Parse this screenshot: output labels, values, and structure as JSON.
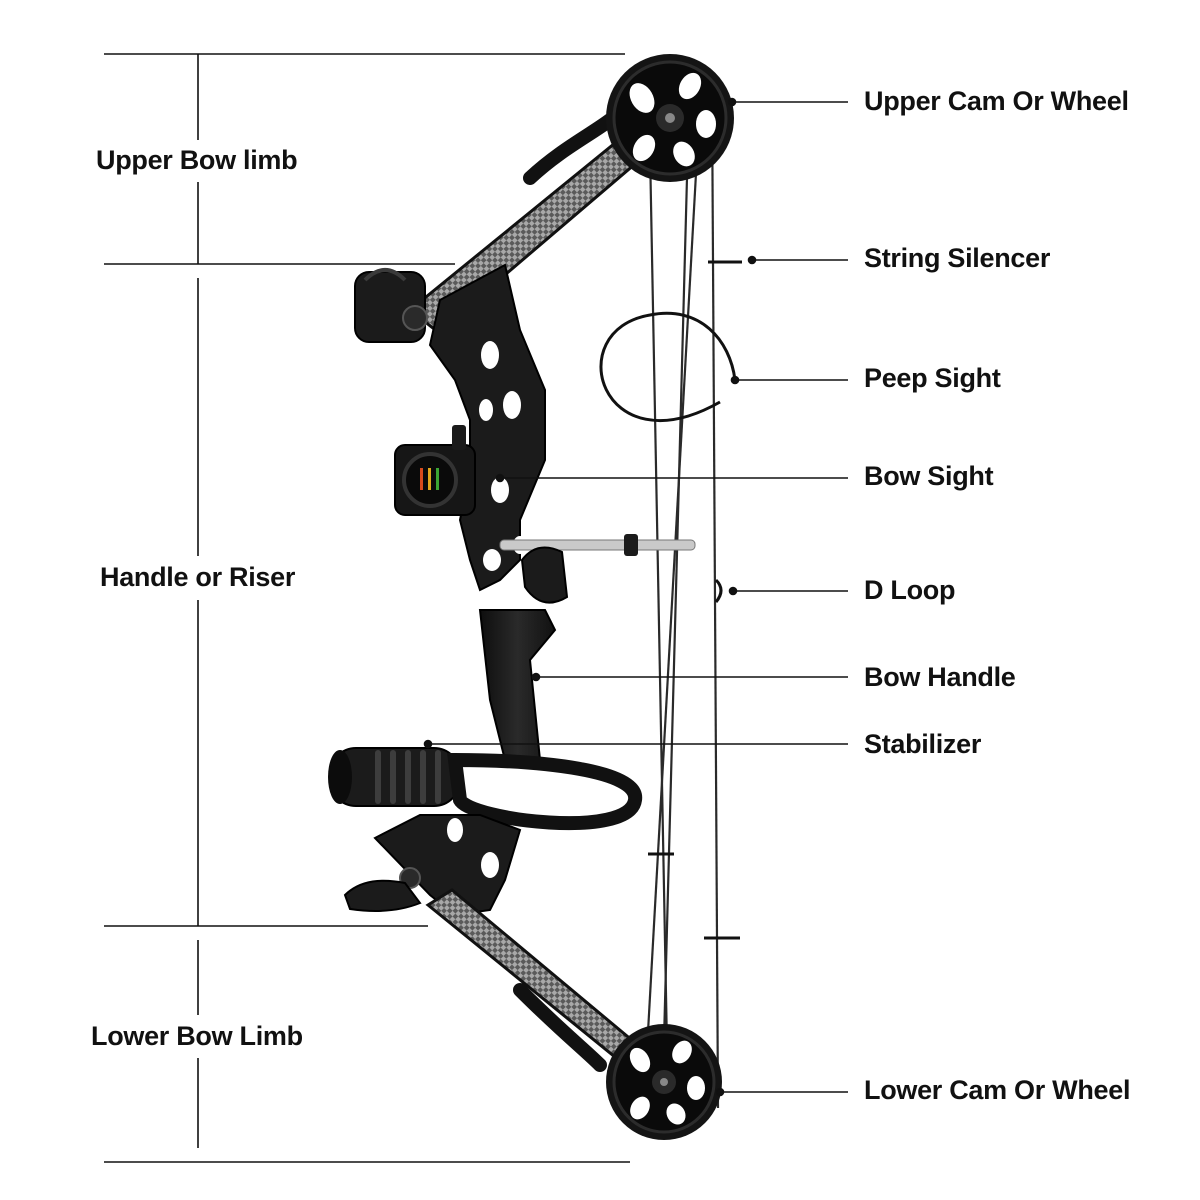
{
  "left_labels": {
    "upper_limb": "Upper Bow limb",
    "riser": "Handle or Riser",
    "lower_limb": "Lower Bow Limb"
  },
  "right_labels": {
    "upper_cam": "Upper Cam Or Wheel",
    "string_silencer": "String Silencer",
    "peep_sight": "Peep Sight",
    "bow_sight": "Bow Sight",
    "d_loop": "D Loop",
    "bow_handle": "Bow Handle",
    "stabilizer": "Stabilizer",
    "lower_cam": "Lower Cam Or Wheel"
  },
  "colors": {
    "line": "#111111",
    "bow_body": "#1b1b1b",
    "limb_carbon": "#8a8a8a",
    "string": "#2a2a2a",
    "rod": "#c9c9c9"
  }
}
